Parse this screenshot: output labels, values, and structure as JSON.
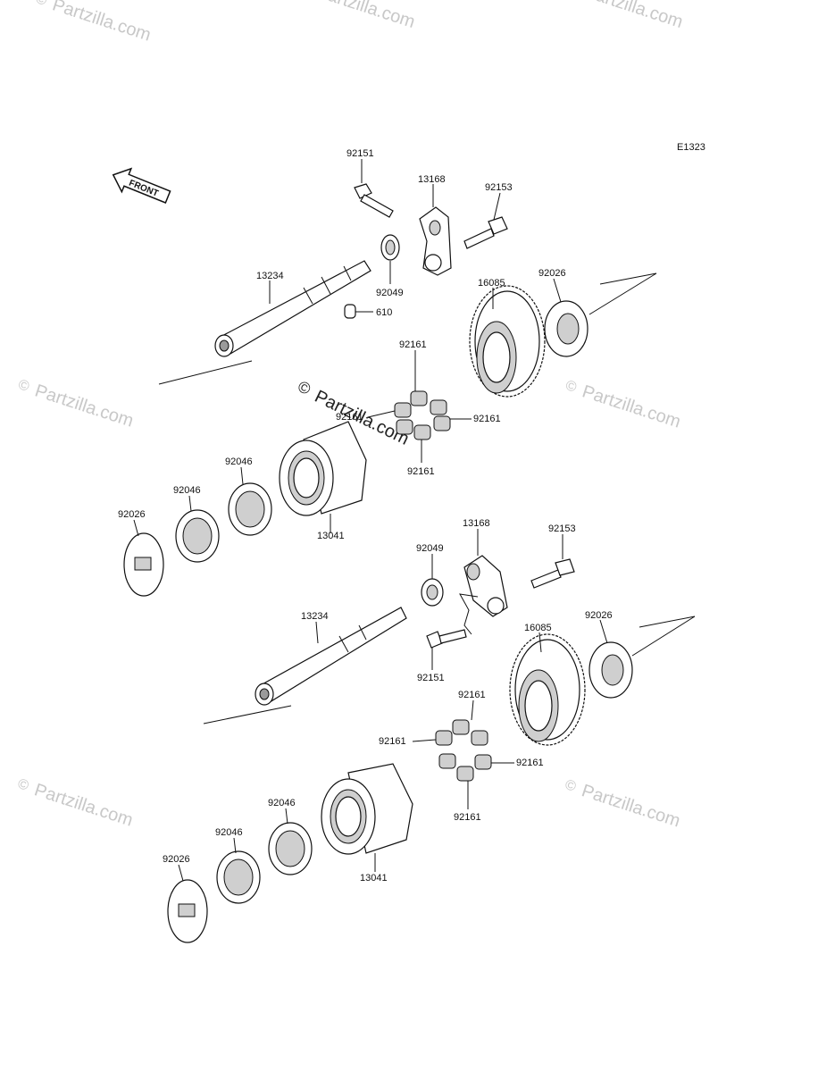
{
  "diagram_code": "E1323",
  "front_label": "FRONT",
  "watermark": {
    "text": "Partzilla.com",
    "copyright": "©"
  },
  "parts": [
    {
      "id": "bolt-92151-a",
      "label": "92151"
    },
    {
      "id": "arm-13168-a",
      "label": "13168"
    },
    {
      "id": "bolt-92153-a",
      "label": "92153"
    },
    {
      "id": "shaft-13234-a",
      "label": "13234"
    },
    {
      "id": "seal-92049-a",
      "label": "92049"
    },
    {
      "id": "pin-610",
      "label": "610"
    },
    {
      "id": "gear-16085-a",
      "label": "16085"
    },
    {
      "id": "washer-92026-a",
      "label": "92026"
    },
    {
      "id": "damper-92161-a1",
      "label": "92161"
    },
    {
      "id": "damper-92161-a2",
      "label": "92161"
    },
    {
      "id": "damper-92161-a3",
      "label": "92161"
    },
    {
      "id": "damper-92161-a4",
      "label": "92161"
    },
    {
      "id": "bearing-92046-a1",
      "label": "92046"
    },
    {
      "id": "bearing-92046-a2",
      "label": "92046"
    },
    {
      "id": "washer-92026-b",
      "label": "92026"
    },
    {
      "id": "hub-13041-a",
      "label": "13041"
    },
    {
      "id": "seal-92049-b",
      "label": "92049"
    },
    {
      "id": "arm-13168-b",
      "label": "13168"
    },
    {
      "id": "bolt-92153-b",
      "label": "92153"
    },
    {
      "id": "shaft-13234-b",
      "label": "13234"
    },
    {
      "id": "bolt-92151-b",
      "label": "92151"
    },
    {
      "id": "gear-16085-b",
      "label": "16085"
    },
    {
      "id": "washer-92026-c",
      "label": "92026"
    },
    {
      "id": "damper-92161-b1",
      "label": "92161"
    },
    {
      "id": "damper-92161-b2",
      "label": "92161"
    },
    {
      "id": "damper-92161-b3",
      "label": "92161"
    },
    {
      "id": "damper-92161-b4",
      "label": "92161"
    },
    {
      "id": "bearing-92046-b1",
      "label": "92046"
    },
    {
      "id": "bearing-92046-b2",
      "label": "92046"
    },
    {
      "id": "hub-13041-b",
      "label": "13041"
    },
    {
      "id": "washer-92026-d",
      "label": "92026"
    }
  ]
}
